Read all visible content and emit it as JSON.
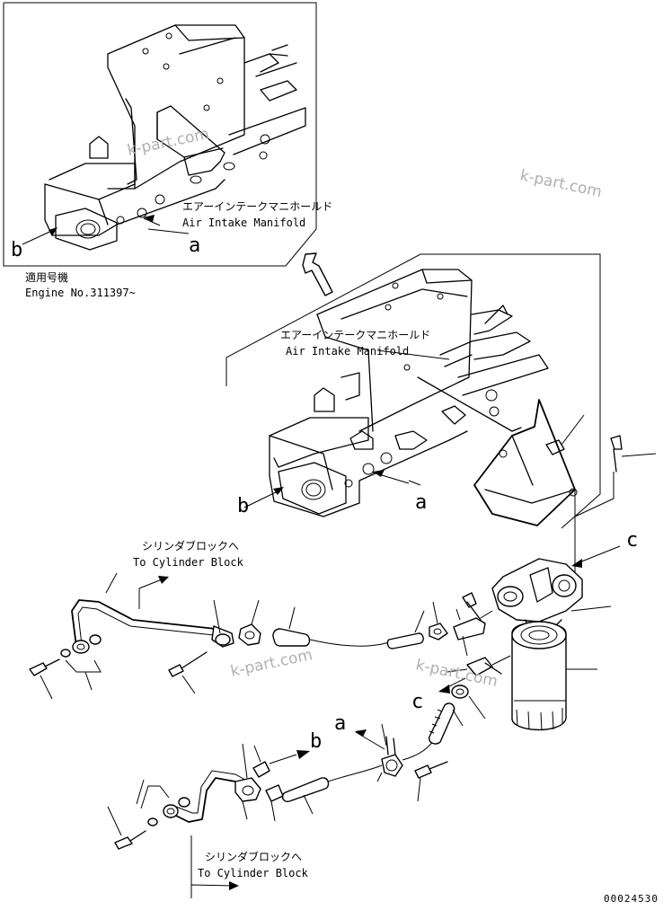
{
  "inset": {
    "manifold_label_jp": "エアーインテークマニホールド",
    "manifold_label_en": "Air Intake Manifold",
    "callout_a": "a",
    "callout_b": "b",
    "applicability_jp": "適用号機",
    "applicability_en": "Engine No.311397~"
  },
  "main": {
    "manifold_label_jp": "エアーインテークマニホールド",
    "manifold_label_en": "Air Intake Manifold",
    "callout_a": "a",
    "callout_b": "b",
    "callout_c": "c"
  },
  "lines": {
    "to_cylinder_top_jp": "シリンダブロックへ",
    "to_cylinder_top_en": "To Cylinder Block",
    "to_cylinder_bottom_jp": "シリンダブロックへ",
    "to_cylinder_bottom_en": "To Cylinder Block",
    "callout_a_hose": "a",
    "callout_b_hose": "b",
    "callout_c_fitting": "c"
  },
  "watermarks": [
    "k-part.com",
    "k-part.com",
    "k-part.com",
    "k-part.com"
  ],
  "drawing_number": "00024530"
}
